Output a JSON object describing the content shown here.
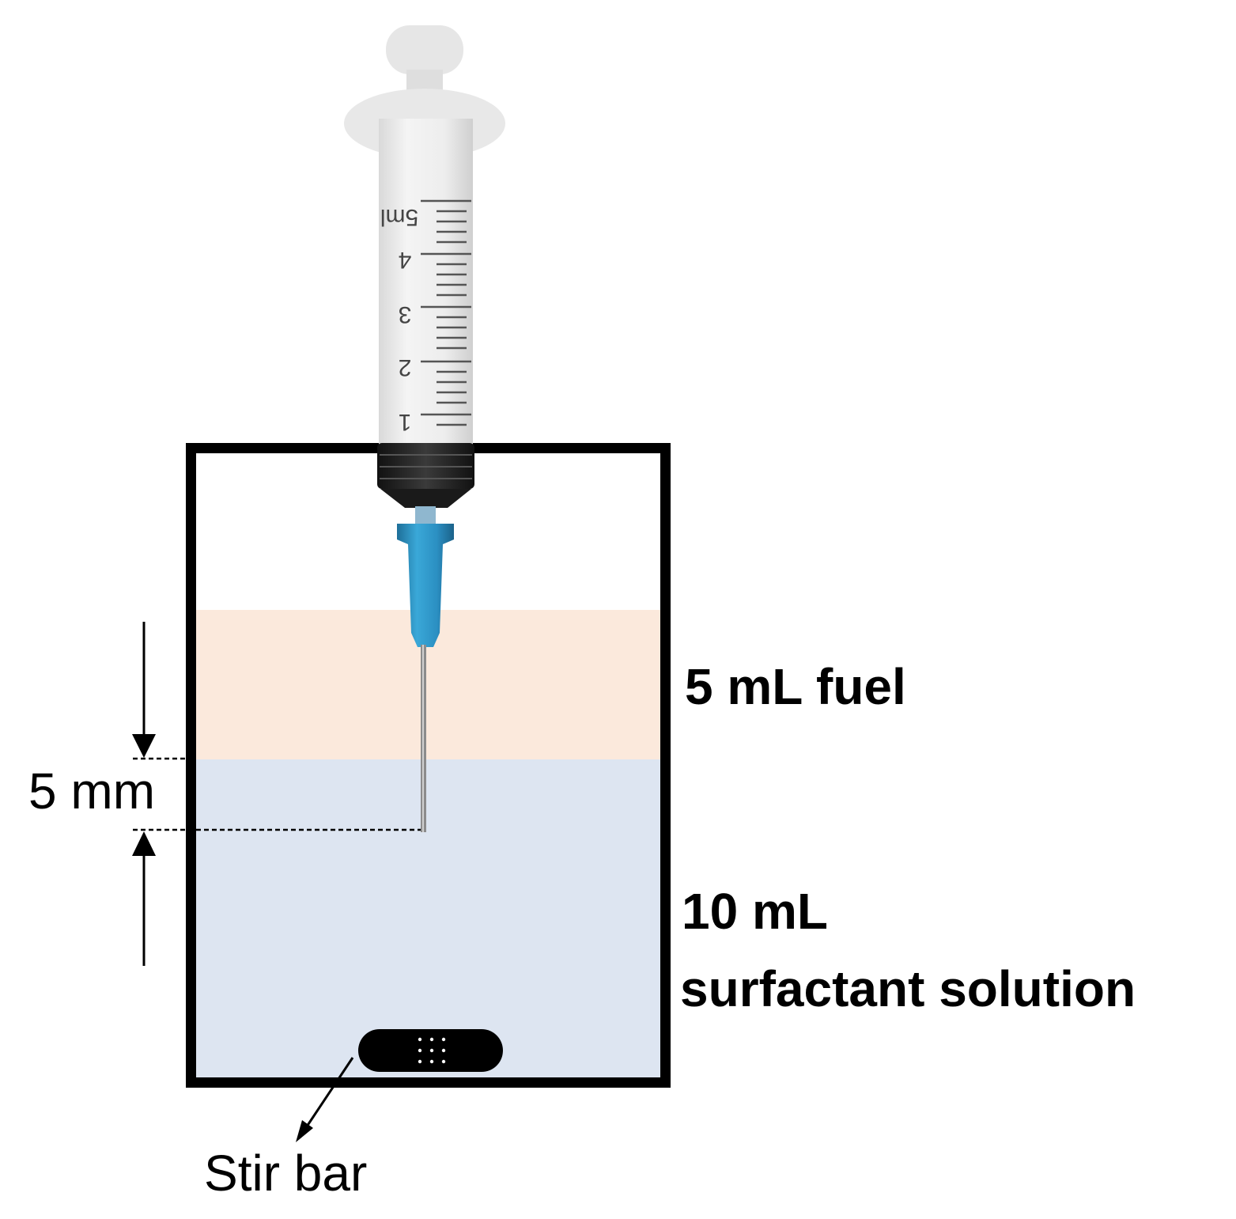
{
  "diagram": {
    "labels": {
      "fuel": "5 mL fuel",
      "surfactant_line1": "10 mL",
      "surfactant_line2": "surfactant solution",
      "depth": "5 mm",
      "stir_bar": "Stir bar"
    },
    "syringe": {
      "scale_marks": [
        "1",
        "2",
        "3",
        "4",
        "5ml"
      ]
    },
    "colors": {
      "fuel_layer": "#fbe9dc",
      "surfactant_layer": "#dde5f1",
      "container_border": "#000000",
      "needle_hub": "#2e97c8",
      "syringe_barrel": "#ececec",
      "stir_bar": "#000000"
    },
    "icons": [
      "syringe-icon",
      "stir-bar-icon",
      "arrow-down-icon",
      "arrow-up-icon"
    ]
  }
}
